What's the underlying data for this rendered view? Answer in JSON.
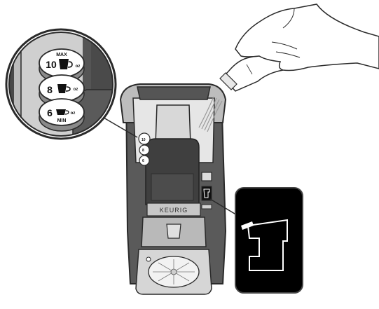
{
  "brand": {
    "logo_text": "KEURIG"
  },
  "callout": {
    "buttons": [
      {
        "number": "10",
        "unit": "oz",
        "tag": "MAX"
      },
      {
        "number": "8",
        "unit": "oz",
        "tag": ""
      },
      {
        "number": "6",
        "unit": "oz",
        "tag": "MIN"
      }
    ]
  },
  "machine_buttons": [
    {
      "number": "10",
      "unit": "oz"
    },
    {
      "number": "8",
      "unit": "oz"
    },
    {
      "number": "6",
      "unit": "oz"
    }
  ],
  "icons": [
    "hand-icon",
    "water-bottle-icon",
    "water-stream-icon",
    "add-water-light-icon",
    "magnifier-callout-icon"
  ],
  "colors": {
    "body_dark": "#5a5a5a",
    "body_mid": "#8a8a8a",
    "body_light": "#c8c8c8",
    "reservoir": "#e6e6e6",
    "lid": "#3f3f3f",
    "indicator_panel": "#000000",
    "indicator_line": "#ffffff",
    "outline": "#2a2a2a"
  }
}
